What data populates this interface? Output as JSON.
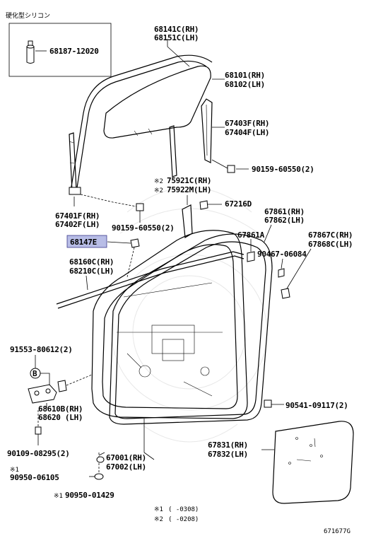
{
  "colors": {
    "highlight_fill": "#b8bde6",
    "highlight_border": "#3a3a8c"
  },
  "silicone_label": "硬化型シリコン",
  "labels": {
    "p68187": "68187-12020",
    "p68141": "68141C(RH)",
    "p68151": "68151C(LH)",
    "p68101": "68101(RH)",
    "p68102": "68102(LH)",
    "p67403": "67403F(RH)",
    "p67404": "67404F(LH)",
    "p90159a": "90159-60550(2)",
    "p75921": "75921C(RH)",
    "p75922": "75922M(LH)",
    "mark_75921": "※2",
    "mark_75922": "※2",
    "p67216": "67216D",
    "p67401": "67401F(RH)",
    "p67402": "67402F(LH)",
    "p90159b": "90159-60550(2)",
    "p67861": "67861(RH)",
    "p67862": "67862(LH)",
    "p68147": "68147E",
    "p67861A": "67861A",
    "p67867": "67867C(RH)",
    "p67868": "67868C(LH)",
    "p90467": "90467-06084",
    "p68160": "68160C(RH)",
    "p68210": "68210C(LH)",
    "p91553": "91553-80612(2)",
    "callout_b": "B",
    "p68610": "68610B(RH)",
    "p68620": "68620 (LH)",
    "p90541": "90541-09117(2)",
    "p67831": "67831(RH)",
    "p67832": "67832(LH)",
    "p90109": "90109-08295(2)",
    "p67001": "67001(RH)",
    "p67002": "67002(LH)",
    "mark_90950a": "※1",
    "p90950a": "90950-06105",
    "mark_90950b": "※1",
    "p90950b": "90950-01429"
  },
  "footnotes": {
    "n1_mark": "※1",
    "n1_text": "(    -0308)",
    "n2_mark": "※2",
    "n2_text": "(    -0208)"
  },
  "figure_id": "671677G"
}
